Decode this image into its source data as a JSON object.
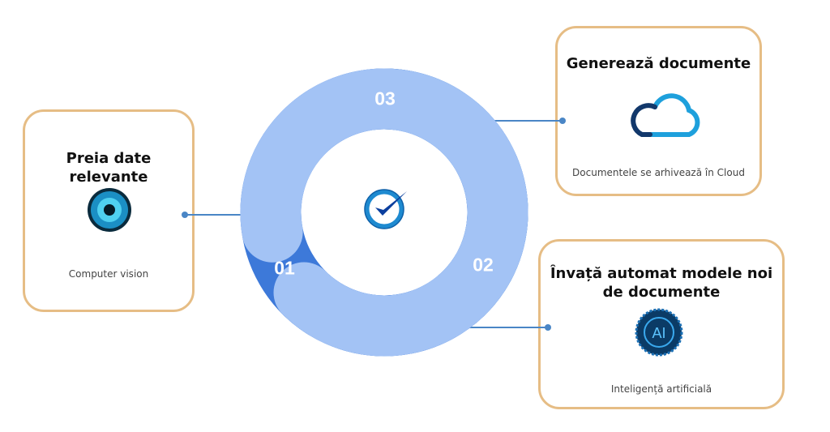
{
  "steps": [
    {
      "number": "01",
      "title": "Preia date relevante",
      "subtitle": "Computer vision",
      "icon": "eye-icon"
    },
    {
      "number": "02",
      "title": "Învață automat modele noi de documente",
      "subtitle": "Inteligență artificială",
      "icon": "ai-chip-icon"
    },
    {
      "number": "03",
      "title": "Generează documente",
      "subtitle": "Documentele se arhivează în Cloud",
      "icon": "cloud-icon"
    }
  ],
  "center_icon": "clock-check-icon",
  "colors": {
    "ring_light": "#a3c3f5",
    "ring_mid": "#3d79d9",
    "ring_dark": "#4287c8",
    "card_border": "#e6bd85",
    "connector": "#4a86c6"
  }
}
